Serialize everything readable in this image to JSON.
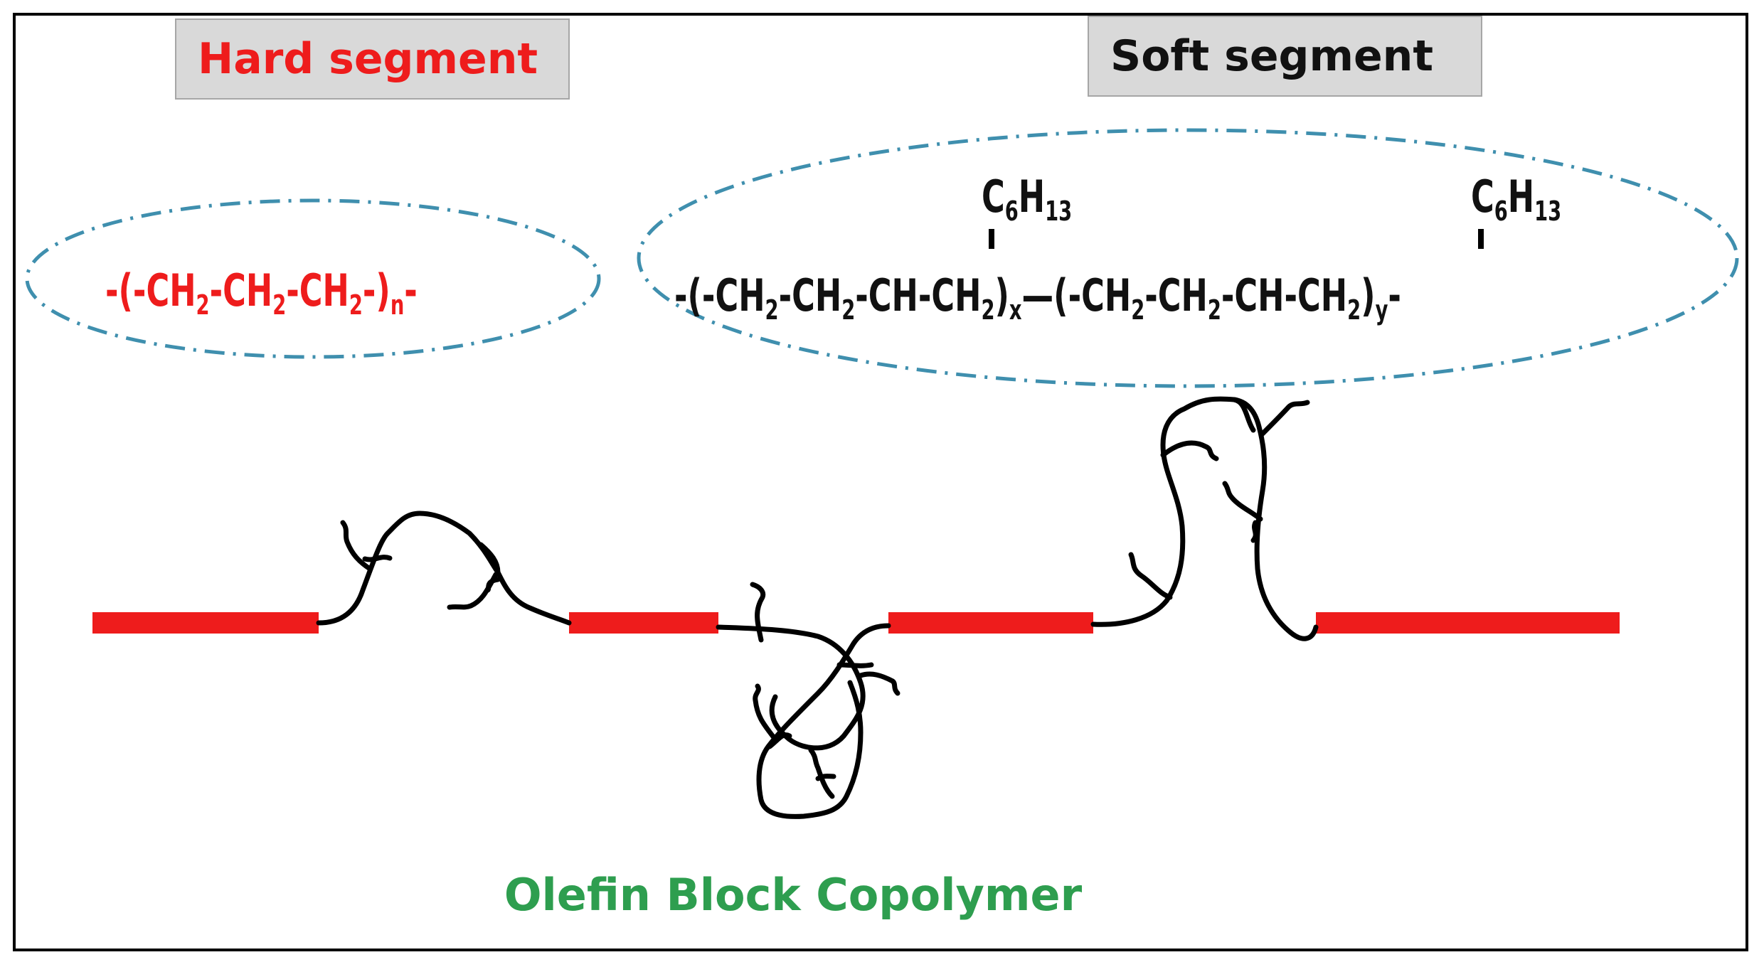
{
  "labels": {
    "hard": "Hard segment",
    "soft": "Soft segment"
  },
  "hard_formula": {
    "pre": "-(-CH",
    "s1": "2",
    "m1": "-CH",
    "s2": "2",
    "m2": "-CH",
    "s3": "2",
    "m3": "-)",
    "n": "n",
    "post": "-"
  },
  "soft_formula": {
    "a1": "-(-CH",
    "a1s": "2",
    "a2": "-CH",
    "a2s": "2",
    "a3": "-CH-CH",
    "a3s": "2",
    "a4": ")",
    "x": "x",
    "b1": "—(-CH",
    "b1s": "2",
    "b2": "-CH",
    "b2s": "2",
    "b3": "-CH-CH",
    "b3s": "2",
    "b4": ")",
    "y": "y",
    "end": "-"
  },
  "side_group": {
    "c": "C",
    "cs": "6",
    "h": "H",
    "hs": "13"
  },
  "title": "Olefin Block Copolymer",
  "colors": {
    "hard": "#ee1c1c",
    "green": "#2e9e4f",
    "ellipse": "#3f8fae",
    "chain": "#000000",
    "box_fill": "#d9d9d9",
    "box_border": "#a6a6a6"
  }
}
